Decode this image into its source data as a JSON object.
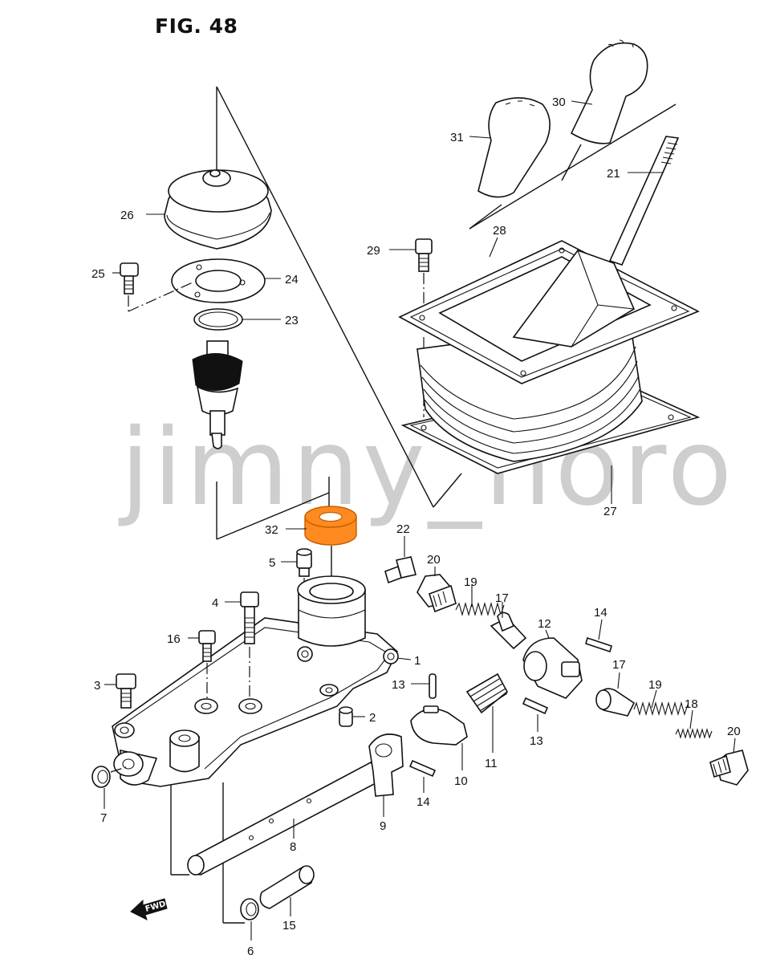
{
  "figure": {
    "title": "FIG. 48",
    "watermark": "jimny_horo",
    "highlight_color": "#ff8a1f",
    "fwd_label": "FWD"
  },
  "callouts": {
    "p1": "1",
    "p2": "2",
    "p3": "3",
    "p4": "4",
    "p5": "5",
    "p6": "6",
    "p7": "7",
    "p8": "8",
    "p9": "9",
    "p10": "10",
    "p11": "11",
    "p12": "12",
    "p13a": "13",
    "p13b": "13",
    "p14a": "14",
    "p14b": "14",
    "p15": "15",
    "p16": "16",
    "p17a": "17",
    "p17b": "17",
    "p18": "18",
    "p19a": "19",
    "p19b": "19",
    "p20a": "20",
    "p20b": "20",
    "p21": "21",
    "p22": "22",
    "p23": "23",
    "p24": "24",
    "p25": "25",
    "p26": "26",
    "p27": "27",
    "p28": "28",
    "p29": "29",
    "p30": "30",
    "p31": "31",
    "p32": "32"
  }
}
